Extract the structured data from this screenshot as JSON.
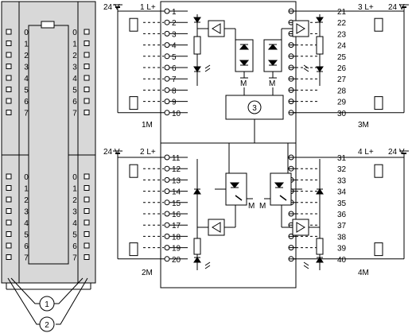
{
  "module_view": {
    "upper_left_channels": [
      "0",
      "1",
      "2",
      "3",
      "4",
      "5",
      "6",
      "7"
    ],
    "upper_right_channels": [
      "0",
      "1",
      "2",
      "3",
      "4",
      "5",
      "6",
      "7"
    ],
    "lower_left_channels": [
      "0",
      "1",
      "2",
      "3",
      "4",
      "5",
      "6",
      "7"
    ],
    "lower_right_channels": [
      "0",
      "1",
      "2",
      "3",
      "4",
      "5",
      "6",
      "7"
    ],
    "callouts": [
      "1",
      "2"
    ]
  },
  "wiring": {
    "supply_voltage": "24 V",
    "group_labels": {
      "tl_plus": "1 L+",
      "tl_minus": "1M",
      "tr_plus": "3 L+",
      "tr_minus": "3M",
      "bl_plus": "2 L+",
      "bl_minus": "2M",
      "br_plus": "4 L+",
      "br_minus": "4M"
    },
    "terminals_tl": [
      "1",
      "2",
      "3",
      "4",
      "5",
      "6",
      "7",
      "8",
      "9",
      "10"
    ],
    "terminals_tr": [
      "21",
      "22",
      "23",
      "24",
      "25",
      "26",
      "27",
      "28",
      "29",
      "30"
    ],
    "terminals_bl": [
      "11",
      "12",
      "13",
      "14",
      "15",
      "16",
      "17",
      "18",
      "19",
      "20"
    ],
    "terminals_br": [
      "31",
      "32",
      "33",
      "34",
      "35",
      "36",
      "37",
      "38",
      "39",
      "40"
    ],
    "ground_label": "M",
    "center_block": "3"
  }
}
